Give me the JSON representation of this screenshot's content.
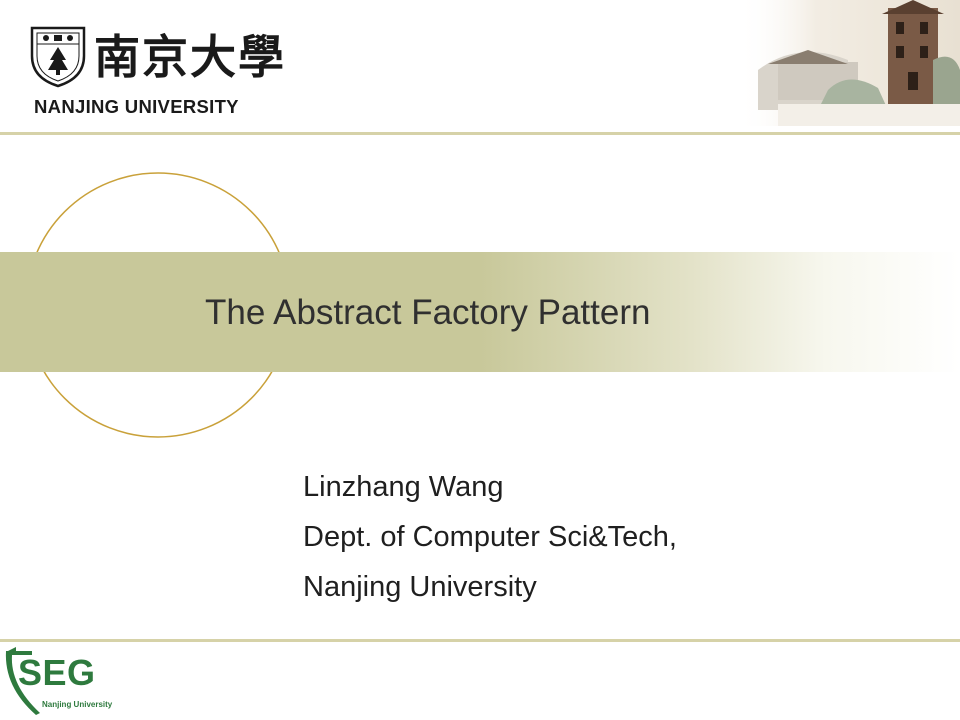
{
  "header": {
    "university_cn": "南京大學",
    "university_en": "NANJING UNIVERSITY",
    "crest_icon": "nanjing-university-crest-icon",
    "photo_icon": "campus-tower-photo"
  },
  "slide": {
    "title": "The Abstract Factory Pattern",
    "subtitle": {
      "author": "Linzhang Wang",
      "department": "Dept. of Computer Sci&Tech,",
      "institution": "Nanjing University"
    }
  },
  "footer": {
    "logo_text": "SEG",
    "logo_sub": "Nanjing University"
  },
  "colors": {
    "accent_band": "#c8c89a",
    "rule": "#d6d2a8",
    "circle": "#c9a13a",
    "seg_green": "#2e7a3e"
  }
}
